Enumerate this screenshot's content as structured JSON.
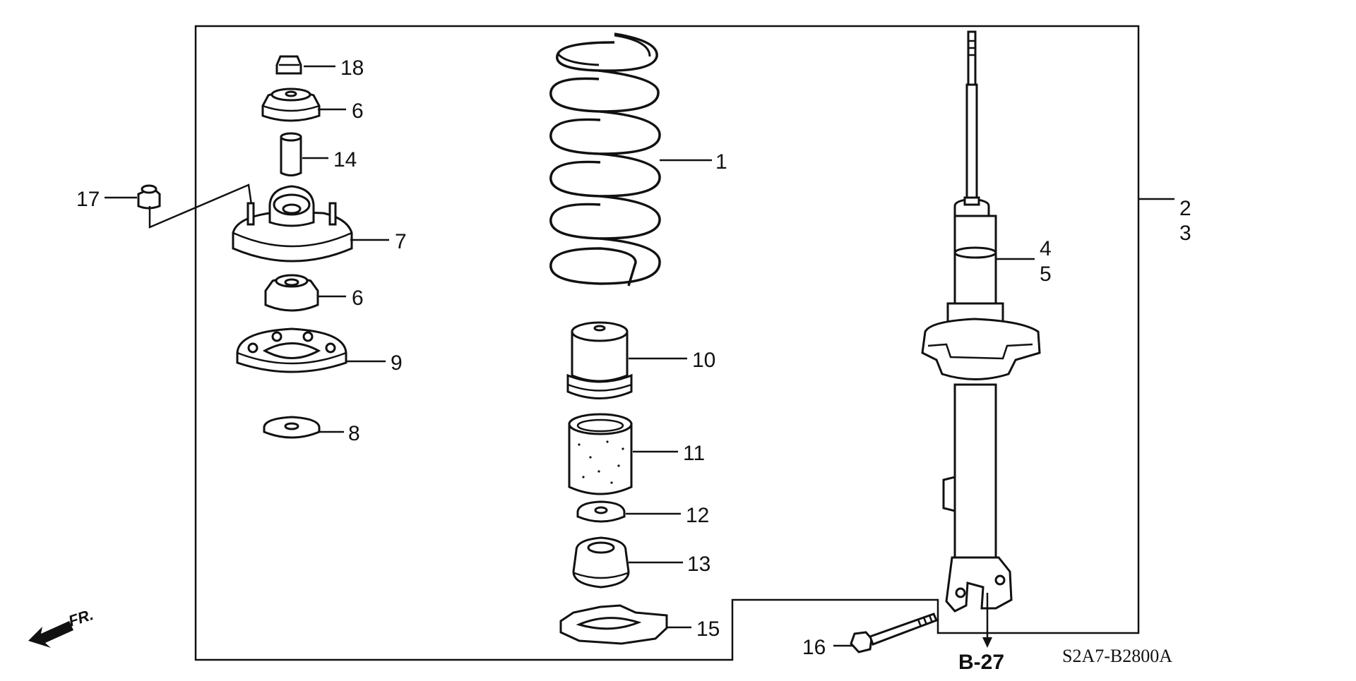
{
  "diagram": {
    "diagram_code": "S2A7-B2800A",
    "reference": "B-27",
    "direction_indicator": "FR.",
    "callouts": [
      {
        "id": "c1",
        "label": "1"
      },
      {
        "id": "c2",
        "label": "2"
      },
      {
        "id": "c3",
        "label": "3"
      },
      {
        "id": "c4",
        "label": "4"
      },
      {
        "id": "c5",
        "label": "5"
      },
      {
        "id": "c6a",
        "label": "6"
      },
      {
        "id": "c6b",
        "label": "6"
      },
      {
        "id": "c7",
        "label": "7"
      },
      {
        "id": "c8",
        "label": "8"
      },
      {
        "id": "c9",
        "label": "9"
      },
      {
        "id": "c10",
        "label": "10"
      },
      {
        "id": "c11",
        "label": "11"
      },
      {
        "id": "c12",
        "label": "12"
      },
      {
        "id": "c13",
        "label": "13"
      },
      {
        "id": "c14",
        "label": "14"
      },
      {
        "id": "c15",
        "label": "15"
      },
      {
        "id": "c16",
        "label": "16"
      },
      {
        "id": "c17",
        "label": "17"
      },
      {
        "id": "c18",
        "label": "18"
      }
    ]
  }
}
